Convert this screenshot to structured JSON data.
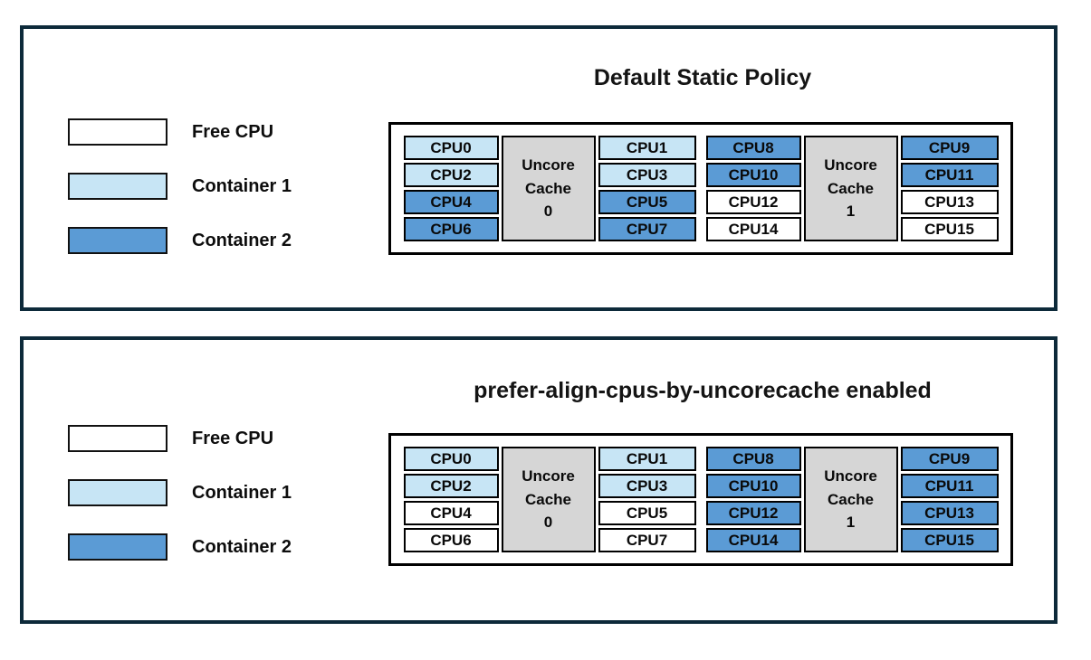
{
  "colors": {
    "free": "#ffffff",
    "container1": "#c7e5f5",
    "container2": "#5b9bd5",
    "cache_fill": "#d6d6d6",
    "panel_border": "#0d2a3a",
    "cell_border": "#000000"
  },
  "legend": {
    "items": [
      {
        "label": "Free CPU",
        "state": "free"
      },
      {
        "label": "Container 1",
        "state": "container1"
      },
      {
        "label": "Container 2",
        "state": "container2"
      }
    ]
  },
  "panels": [
    {
      "title": "Default Static Policy",
      "groups": [
        {
          "cache_label": "Uncore\nCache\n0",
          "left_cpus": [
            {
              "label": "CPU0",
              "state": "container1"
            },
            {
              "label": "CPU2",
              "state": "container1"
            },
            {
              "label": "CPU4",
              "state": "container2"
            },
            {
              "label": "CPU6",
              "state": "container2"
            }
          ],
          "right_cpus": [
            {
              "label": "CPU1",
              "state": "container1"
            },
            {
              "label": "CPU3",
              "state": "container1"
            },
            {
              "label": "CPU5",
              "state": "container2"
            },
            {
              "label": "CPU7",
              "state": "container2"
            }
          ]
        },
        {
          "cache_label": "Uncore\nCache\n1",
          "left_cpus": [
            {
              "label": "CPU8",
              "state": "container2"
            },
            {
              "label": "CPU10",
              "state": "container2"
            },
            {
              "label": "CPU12",
              "state": "free"
            },
            {
              "label": "CPU14",
              "state": "free"
            }
          ],
          "right_cpus": [
            {
              "label": "CPU9",
              "state": "container2"
            },
            {
              "label": "CPU11",
              "state": "container2"
            },
            {
              "label": "CPU13",
              "state": "free"
            },
            {
              "label": "CPU15",
              "state": "free"
            }
          ]
        }
      ]
    },
    {
      "title": "prefer-align-cpus-by-uncorecache enabled",
      "groups": [
        {
          "cache_label": "Uncore\nCache\n0",
          "left_cpus": [
            {
              "label": "CPU0",
              "state": "container1"
            },
            {
              "label": "CPU2",
              "state": "container1"
            },
            {
              "label": "CPU4",
              "state": "free"
            },
            {
              "label": "CPU6",
              "state": "free"
            }
          ],
          "right_cpus": [
            {
              "label": "CPU1",
              "state": "container1"
            },
            {
              "label": "CPU3",
              "state": "container1"
            },
            {
              "label": "CPU5",
              "state": "free"
            },
            {
              "label": "CPU7",
              "state": "free"
            }
          ]
        },
        {
          "cache_label": "Uncore\nCache\n1",
          "left_cpus": [
            {
              "label": "CPU8",
              "state": "container2"
            },
            {
              "label": "CPU10",
              "state": "container2"
            },
            {
              "label": "CPU12",
              "state": "container2"
            },
            {
              "label": "CPU14",
              "state": "container2"
            }
          ],
          "right_cpus": [
            {
              "label": "CPU9",
              "state": "container2"
            },
            {
              "label": "CPU11",
              "state": "container2"
            },
            {
              "label": "CPU13",
              "state": "container2"
            },
            {
              "label": "CPU15",
              "state": "container2"
            }
          ]
        }
      ]
    }
  ]
}
